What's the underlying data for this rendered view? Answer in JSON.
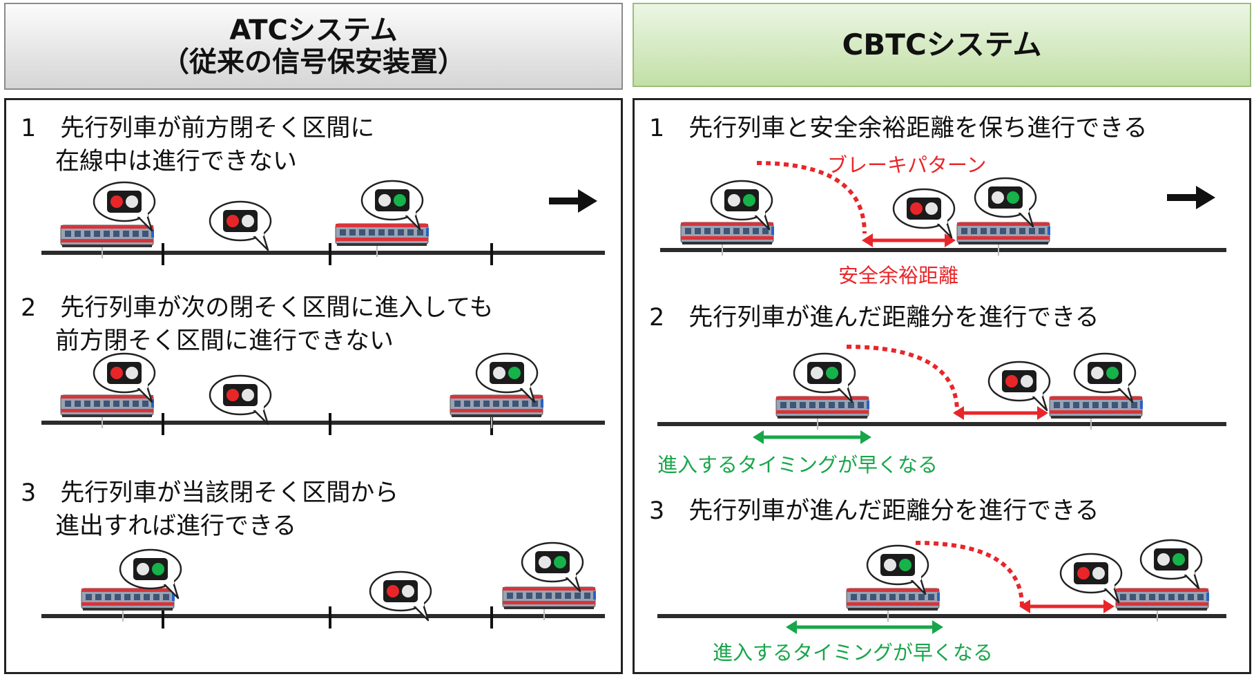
{
  "headers": {
    "atc_line1": "ATCシステム",
    "atc_line2": "（従来の信号保安装置）",
    "cbtc": "CBTCシステム"
  },
  "atc": {
    "steps": [
      {
        "line1": "1　先行列車が前方閉そく区間に",
        "line2": "在線中は進行できない"
      },
      {
        "line1": "2　先行列車が次の閉そく区間に進入しても",
        "line2": "前方閉そく区間に進行できない"
      },
      {
        "line1": "3　先行列車が当該閉そく区間から",
        "line2": "進出すれば進行できる"
      }
    ]
  },
  "cbtc": {
    "steps": [
      {
        "line1": "1　先行列車と安全余裕距離を保ち進行できる"
      },
      {
        "line1": "2　先行列車が進んだ距離分を進行できる"
      },
      {
        "line1": "3　先行列車が進んだ距離分を進行できる"
      }
    ],
    "brake_pattern_label": "ブレーキパターン",
    "safety_margin_label": "安全余裕距離",
    "entry_timing_label": "進入するタイミングが早くなる"
  },
  "colors": {
    "signal_red": "#e8262a",
    "signal_green": "#16b24a",
    "pattern_red": "#e8262a",
    "timing_green": "#18a64a",
    "train_body": "#9aa3b3",
    "train_stripe": "#d8343a"
  }
}
